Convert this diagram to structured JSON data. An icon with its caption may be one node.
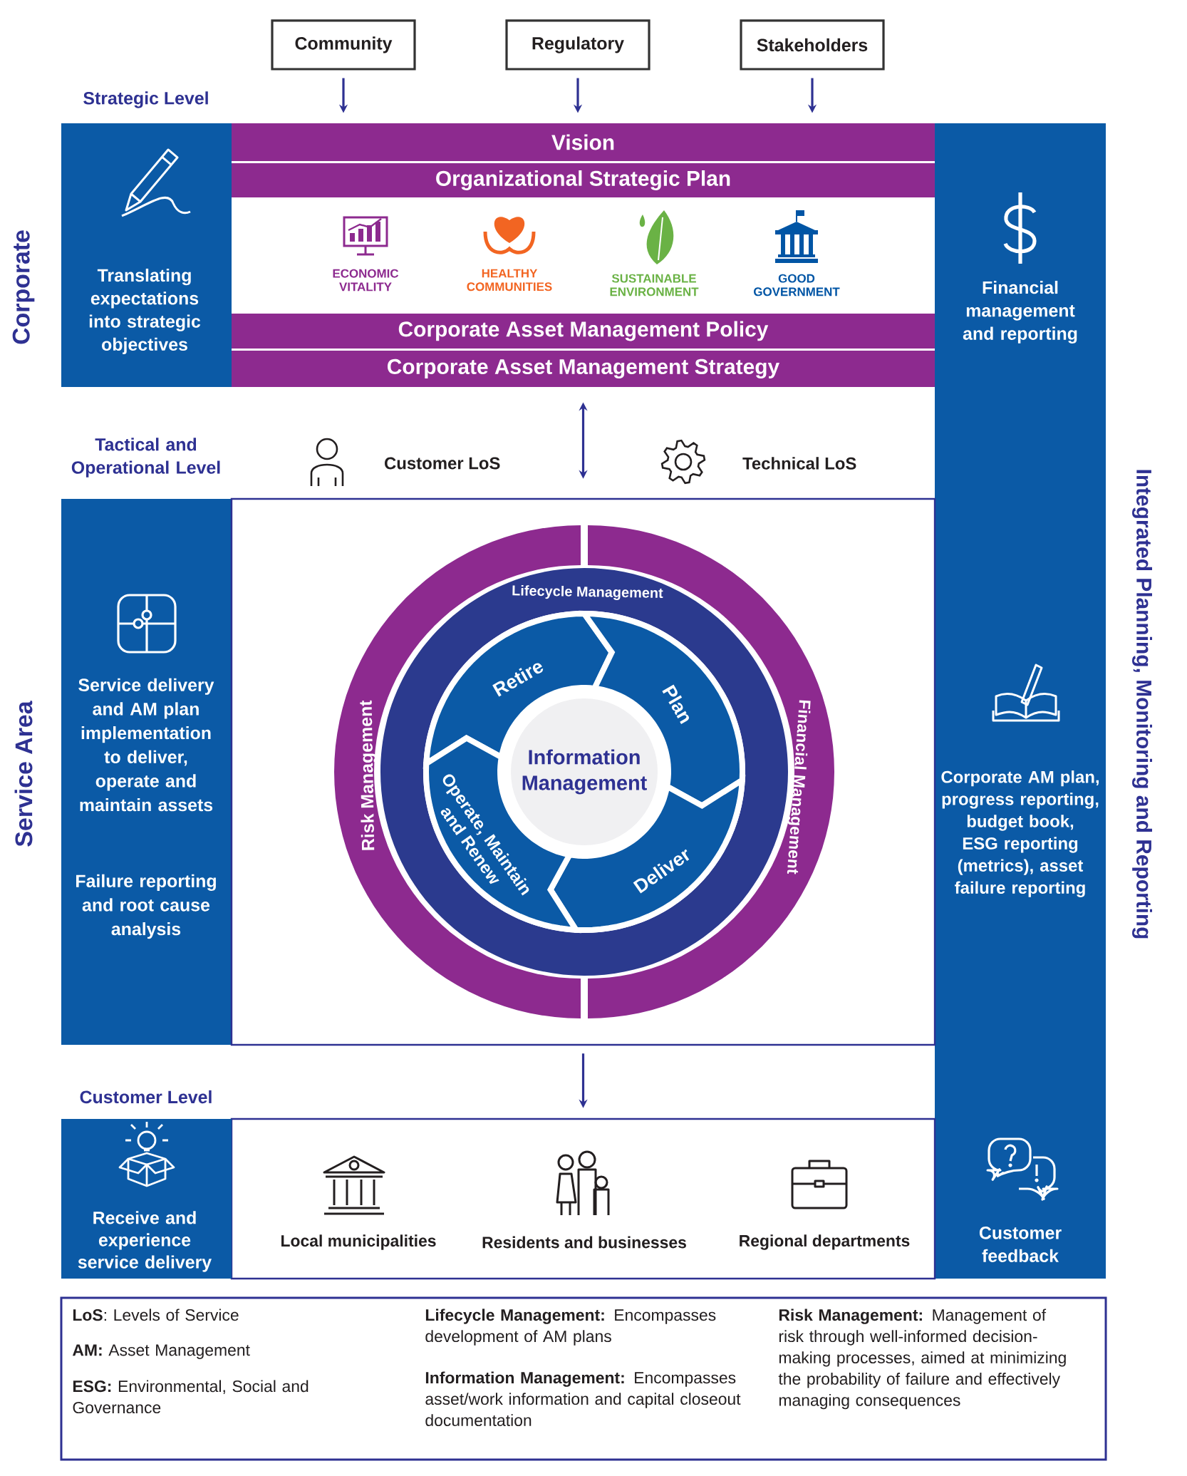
{
  "diagram": {
    "nodes": [
      {
        "text": [
          "Community"
        ]
      },
      {
        "text": [
          "Regulatory"
        ]
      },
      {
        "text": [
          "Stakeholders"
        ]
      },
      {
        "text": [
          "Translating expectations into strategic objectives"
        ]
      },
      {
        "text": [
          "Vision"
        ]
      },
      {
        "text": [
          "Organizational Strategic Plan"
        ]
      },
      {
        "text": [
          "Corporate Asset Management Policy"
        ]
      },
      {
        "text": [
          "Corporate Asset Management Strategy"
        ]
      },
      {
        "text": [
          "Integrated Planning, Monitoring and Reporting",
          "Financial management and reporting",
          "Corporate AM plan, progress reporting, budget book, ESG reporting (metrics), asset failure reporting",
          "Customer feedback"
        ]
      },
      {
        "text": [
          "Service delivery and AM plan implementation to deliver, operate and maintain assets",
          "Failure reporting and root cause analysis"
        ]
      },
      {
        "text": [],
        "shape": "box"
      },
      {
        "text": [
          "Risk Management"
        ],
        "in": 10
      },
      {
        "text": [
          "Financial Management"
        ],
        "in": 10
      },
      {
        "text": [
          "Lifecycle Management"
        ],
        "in": 10
      },
      {
        "text": [
          "Retire"
        ],
        "in": 13
      },
      {
        "text": [
          "Plan"
        ],
        "in": 13
      },
      {
        "text": [
          "Deliver"
        ],
        "in": 13
      },
      {
        "text": [
          "Operate, Maintain and Renew"
        ],
        "in": 13
      },
      {
        "text": [
          "Information Management"
        ],
        "in": 13
      },
      {
        "text": [
          "Receive and experience service delivery"
        ]
      },
      {
        "text": [],
        "shape": "box"
      },
      {
        "text": [
          "**LoS**: Levels of Service",
          "**AM:** Asset Management",
          "**ESG:** Environmental, Social and Governance",
          "**Lifecycle Management:** Encompasses development of AM plans",
          "**Information Management:** Encompasses asset/work information and capital closeout documentation",
          "**Risk Management:** Management of risk through well-informed decision-making processes, aimed at minimizing the probability of failure and effectively managing consequences"
        ]
      }
    ],
    "edges": [
      {
        "from": 0,
        "to": 4,
        "arrow": "to"
      },
      {
        "from": 1,
        "to": 4,
        "arrow": "to"
      },
      {
        "from": 2,
        "to": 4,
        "arrow": "to"
      },
      {
        "from": 7,
        "to": 10,
        "arrow": "both"
      },
      {
        "from": 10,
        "to": 20,
        "arrow": "to"
      }
    ],
    "labels": [
      "Strategic Level",
      "Corporate",
      "ECONOMIC VITALITY",
      "HEALTHY COMMUNITIES",
      "SUSTAINABLE ENVIRONMENT",
      "GOOD GOVERNMENT",
      "Tactical and Operational Level",
      "Customer LoS",
      "Technical LoS",
      "Service Area",
      "Customer Level",
      "Local municipalities",
      "Residents and businesses",
      "Regional departments"
    ]
  }
}
